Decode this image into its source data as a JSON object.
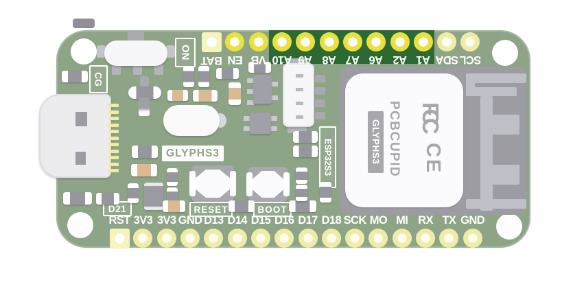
{
  "colors": {
    "background": "#ffffff",
    "board_green": "#8ea487",
    "header_green": "#2d6a33",
    "pad_bright_yellow": "#eae13e",
    "pad_pale_yellow": "#f0eca8",
    "square_pad_yellow": "#f6f3bb",
    "silkscreen_white": "#ffffff",
    "module_grey": "#9c9ca2",
    "antenna_grey": "#bfbfc7",
    "shield_white": "#fbfbfd",
    "shield_print_grey": "#a7a7ad",
    "passive_grey": "#96969e",
    "capacitor_tan": "#d9ba92"
  },
  "silkscreen": {
    "power_switch_label": "ON",
    "cg_label": "CG",
    "d21_label": "D21",
    "board_name_label": "GLYPHS3",
    "reset_button_label": "RESET",
    "boot_button_label": "BOOT",
    "module_side_label": "ESP32S3"
  },
  "module_print": {
    "brand": "PCBCUPID",
    "model": "GLYPHS3",
    "fcc_mark": "FCC",
    "ce_mark": "CE"
  },
  "top_pins": [
    {
      "label": "BAT",
      "pad": "square-pale"
    },
    {
      "label": "EN",
      "pad": "round-bright"
    },
    {
      "label": "VB",
      "pad": "round-bright"
    },
    {
      "label": "A10",
      "pad": "round-bright"
    },
    {
      "label": "A9",
      "pad": "round-bright"
    },
    {
      "label": "A8",
      "pad": "round-bright"
    },
    {
      "label": "A7",
      "pad": "round-bright"
    },
    {
      "label": "A6",
      "pad": "round-bright"
    },
    {
      "label": "A2",
      "pad": "round-bright"
    },
    {
      "label": "A1",
      "pad": "round-bright"
    },
    {
      "label": "SDA",
      "pad": "round-pale"
    },
    {
      "label": "SCL",
      "pad": "round-pale"
    }
  ],
  "bottom_pins": [
    {
      "label": "RST",
      "pad": "square-pale"
    },
    {
      "label": "3V3",
      "pad": "round-pale"
    },
    {
      "label": "3V3",
      "pad": "round-pale"
    },
    {
      "label": "GND",
      "pad": "round-pale"
    },
    {
      "label": "D13",
      "pad": "round-pale"
    },
    {
      "label": "D14",
      "pad": "round-pale"
    },
    {
      "label": "D15",
      "pad": "round-pale"
    },
    {
      "label": "D16",
      "pad": "round-pale"
    },
    {
      "label": "D17",
      "pad": "round-pale"
    },
    {
      "label": "D18",
      "pad": "round-pale"
    },
    {
      "label": "SCK",
      "pad": "round-pale"
    },
    {
      "label": "MO",
      "pad": "round-pale"
    },
    {
      "label": "MI",
      "pad": "round-pale"
    },
    {
      "label": "RX",
      "pad": "round-pale"
    },
    {
      "label": "TX",
      "pad": "round-pale"
    },
    {
      "label": "GND",
      "pad": "round-pale"
    }
  ]
}
